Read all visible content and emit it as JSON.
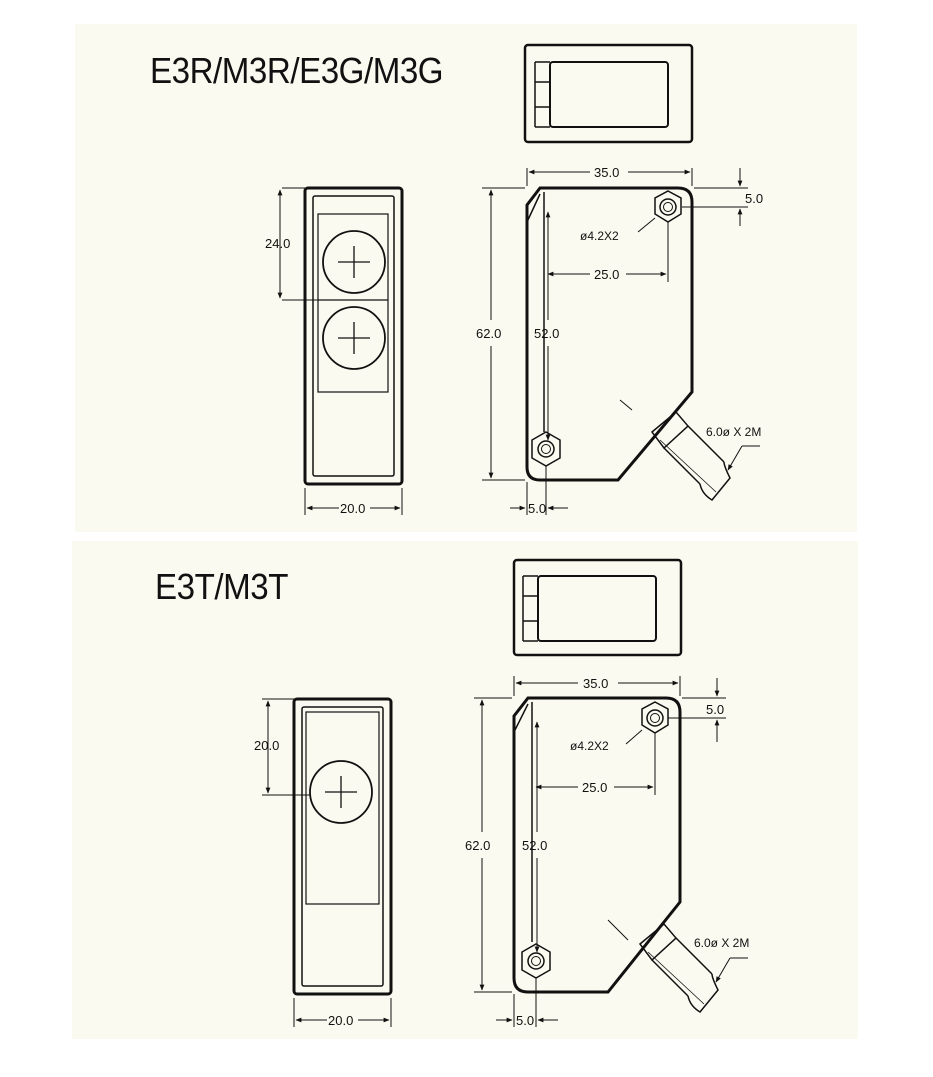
{
  "drawings": [
    {
      "title": "E3R/M3R/E3G/M3G",
      "front_view": {
        "height_label": "24.0",
        "width_label": "20.0"
      },
      "side_view": {
        "width_label": "35.0",
        "top_offset_label": "5.0",
        "hole_label": "ø4.2X2",
        "hole_spacing_label": "25.0",
        "total_height_label": "62.0",
        "hole_height_label": "52.0",
        "cable_label": "6.0ø  X  2M",
        "bottom_offset_label": "5.0"
      }
    },
    {
      "title": "E3T/M3T",
      "front_view": {
        "height_label": "20.0",
        "width_label": "20.0"
      },
      "side_view": {
        "width_label": "35.0",
        "top_offset_label": "5.0",
        "hole_label": "ø4.2X2",
        "hole_spacing_label": "25.0",
        "total_height_label": "62.0",
        "hole_height_label": "52.0",
        "cable_label": "6.0ø  X  2M",
        "bottom_offset_label": "5.0"
      }
    }
  ]
}
